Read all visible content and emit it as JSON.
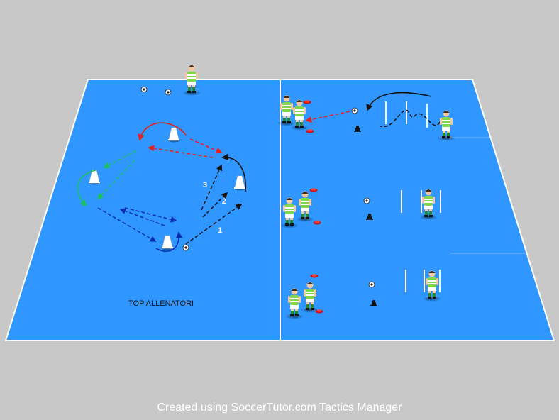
{
  "diagram": {
    "pitch_color": "#2f97ff",
    "line_color": "#ffffff",
    "background_color": "#c8c8c8",
    "watermark_text": "TOP ALLENATORI",
    "sequence_labels": [
      "1",
      "2",
      "3"
    ],
    "arrow_colors": {
      "red": "#e8201a",
      "green": "#1ec25a",
      "blue": "#0c2fb0",
      "black": "#111111"
    },
    "kit_colors": {
      "shirt": "#7fd64a",
      "shorts": "#ffffff",
      "socks": "#2a8a2a"
    }
  },
  "footer": {
    "credit": "Created using SoccerTutor.com Tactics Manager"
  }
}
